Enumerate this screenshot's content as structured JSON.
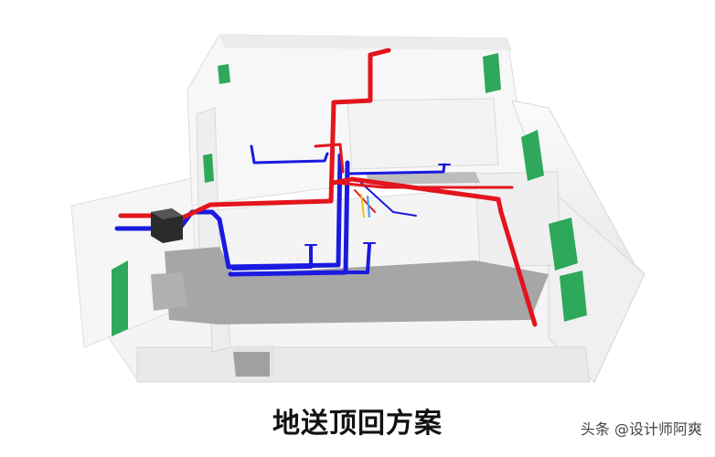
{
  "caption": "地送顶回方案",
  "watermark": "头条 @设计师阿爽",
  "colors": {
    "supply_pipe": "#e3141d",
    "return_pipe": "#1a1ae0",
    "window": "#2ea85a",
    "floor": "#a6a6a6",
    "wall": "#f2f2f2",
    "fan_unit": "#2b2b2b"
  },
  "legend_icons": [
    "fan-unit-icon",
    "window-icon",
    "supply-duct",
    "return-duct"
  ]
}
